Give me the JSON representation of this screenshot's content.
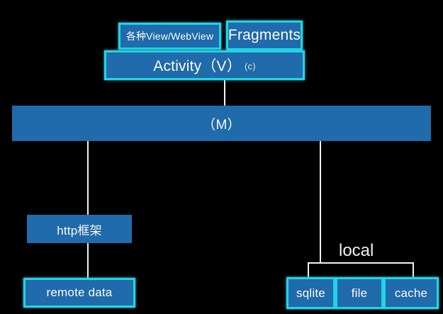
{
  "diagram": {
    "title": "Android MVC architecture layers",
    "background_color": "#000000",
    "box_fill_color": "#1f6bab",
    "highlight_border_color": "#23d3e4",
    "line_color": "#f2f2f2",
    "text_color": "#ffffff"
  },
  "nodes": {
    "views": {
      "label": "各种View/WebView",
      "highlighted": true
    },
    "fragments": {
      "label": "Fragments",
      "highlighted": true
    },
    "activity": {
      "label": "Activity（V）",
      "annotation": "(c)",
      "highlighted": true
    },
    "model": {
      "label": "（M）",
      "highlighted": false
    },
    "http": {
      "label": "http框架",
      "highlighted": false
    },
    "remote": {
      "label": "remote data",
      "highlighted": true
    },
    "sqlite": {
      "label": "sqlite",
      "highlighted": true
    },
    "file": {
      "label": "file",
      "highlighted": true
    },
    "cache": {
      "label": "cache",
      "highlighted": true
    }
  },
  "labels": {
    "local": "local"
  },
  "connections": [
    {
      "from": "activity",
      "to": "model"
    },
    {
      "from": "model",
      "to": "http"
    },
    {
      "from": "http",
      "to": "remote"
    },
    {
      "from": "model",
      "to": "local"
    },
    {
      "from": "local",
      "to": "sqlite"
    },
    {
      "from": "local",
      "to": "cache"
    }
  ]
}
